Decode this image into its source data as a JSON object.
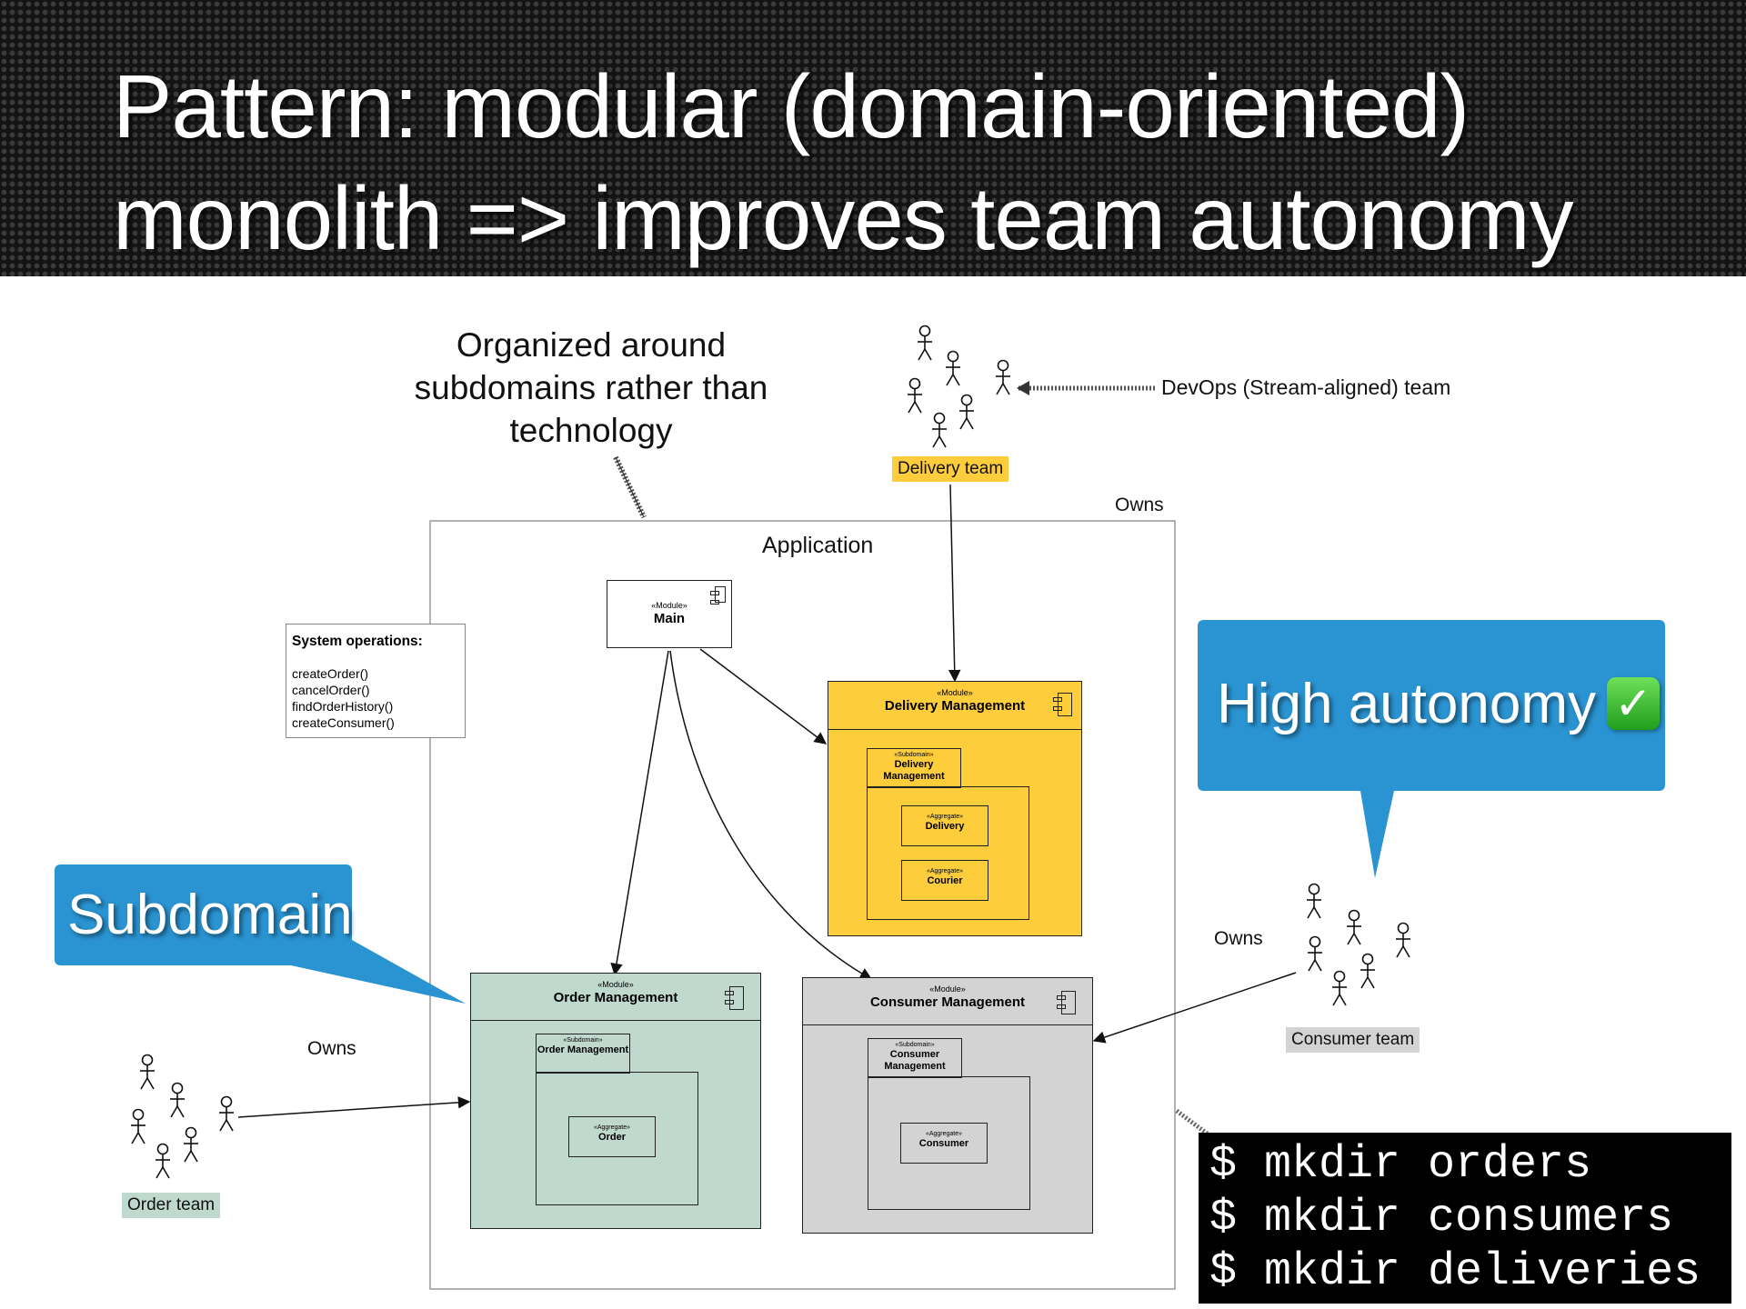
{
  "title": "Pattern: modular (domain-oriented)\nmonolith => improves team autonomy",
  "note": "Organized around subdomains rather than technology",
  "devops_label": "DevOps (Stream-aligned) team",
  "application_label": "Application",
  "owns_label": "Owns",
  "system_operations": {
    "heading": "System operations:",
    "ops": [
      "createOrder()",
      "cancelOrder()",
      "findOrderHistory()",
      "createConsumer()"
    ]
  },
  "stereotypes": {
    "module": "«Module»",
    "subdomain": "«Subdomain»",
    "aggregate": "«Aggregate»"
  },
  "modules": {
    "main": {
      "name": "Main"
    },
    "delivery": {
      "name": "Delivery Management",
      "subdomain_name": "Delivery Management",
      "aggregates": [
        "Delivery",
        "Courier"
      ],
      "color": "#fecd3c"
    },
    "order": {
      "name": "Order Management",
      "subdomain_name": "Order Management",
      "aggregates": [
        "Order"
      ],
      "color": "#c0d9ce"
    },
    "consumer": {
      "name": "Consumer Management",
      "subdomain_name": "Consumer Management",
      "aggregates": [
        "Consumer"
      ],
      "color": "#d3d3d3"
    }
  },
  "teams": {
    "delivery": {
      "label": "Delivery team",
      "color": "#fecd3c"
    },
    "order": {
      "label": "Order team",
      "color": "#c0d9ce"
    },
    "consumer": {
      "label": "Consumer team",
      "color": "#d3d3d3"
    }
  },
  "callouts": {
    "high_autonomy": {
      "text": "High autonomy",
      "icon": "check-mark-icon",
      "color": "#2a93d1"
    },
    "subdomain": {
      "text": "Subdomain",
      "color": "#2a93d1"
    }
  },
  "terminal": {
    "lines": [
      "$ mkdir orders",
      "$ mkdir consumers",
      "$ mkdir deliveries"
    ]
  }
}
